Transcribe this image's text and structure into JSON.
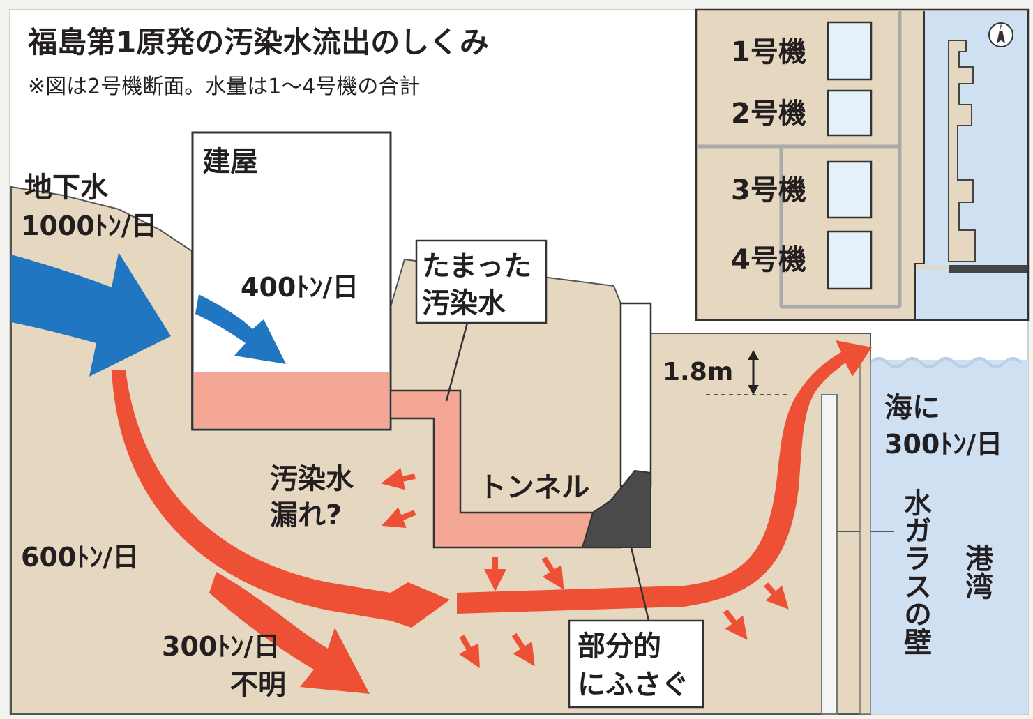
{
  "title": "福島第1原発の汚染水流出のしくみ",
  "subtitle": "※図は2号機断面。水量は1〜4号機の合計",
  "labels": {
    "building": "建屋",
    "groundwater": "地下水",
    "groundwater_amount": "1000ﾄﾝ/日",
    "into_building": "400ﾄﾝ/日",
    "pooled_line1": "たまった",
    "pooled_line2": "汚染水",
    "tunnel": "トンネル",
    "leak_line1": "汚染水",
    "leak_line2": "漏れ?",
    "through_ground": "600ﾄﾝ/日",
    "unknown_amount": "300ﾄﾝ/日",
    "unknown": "不明",
    "partial_line1": "部分的",
    "partial_line2": "にふさぐ",
    "height": "1.8m",
    "to_sea_line1": "海に",
    "to_sea_line2": "300ﾄﾝ/日",
    "wall": "水ガラスの壁",
    "harbor": "港湾"
  },
  "inset": {
    "units": [
      "1号機",
      "2号機",
      "3号機",
      "4号機"
    ],
    "north_symbol": "N"
  },
  "colors": {
    "ground": "#e6d7c0",
    "groundwater_arrow": "#2176c1",
    "contaminated_arrow": "#ee5036",
    "pooled_water": "#f5a795",
    "sea": "#cfe0f3",
    "plug": "#4a4a4a"
  }
}
